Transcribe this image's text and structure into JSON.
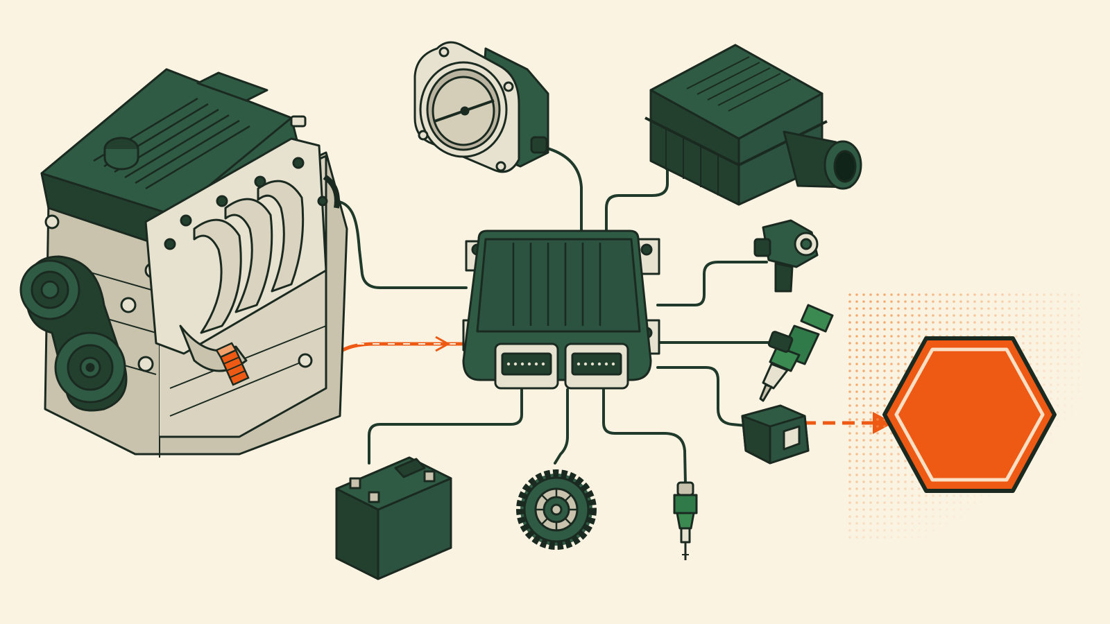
{
  "colors": {
    "background": "#fbf3e2",
    "component_green": "#2f5a43",
    "component_dark": "#23402f",
    "wire": "#1f3a2a",
    "accent_orange": "#ee5a14",
    "metal_light": "#e7e1cf",
    "metal_mid": "#c9c3ae",
    "outline": "#1b2a20"
  },
  "diagram": {
    "center_node": "engine-control-unit",
    "inputs": [
      "engine-block",
      "oxygen-sensor",
      "throttle-body",
      "air-filter-box",
      "camshaft-sensor",
      "fuel-injector",
      "battery",
      "crank-gear",
      "temperature-sensor"
    ],
    "outputs": [
      "relay-module",
      "warning-hexagon"
    ],
    "highlighted_path": [
      "oxygen-sensor",
      "engine-control-unit"
    ],
    "alert_path": [
      "relay-module",
      "warning-hexagon"
    ]
  }
}
